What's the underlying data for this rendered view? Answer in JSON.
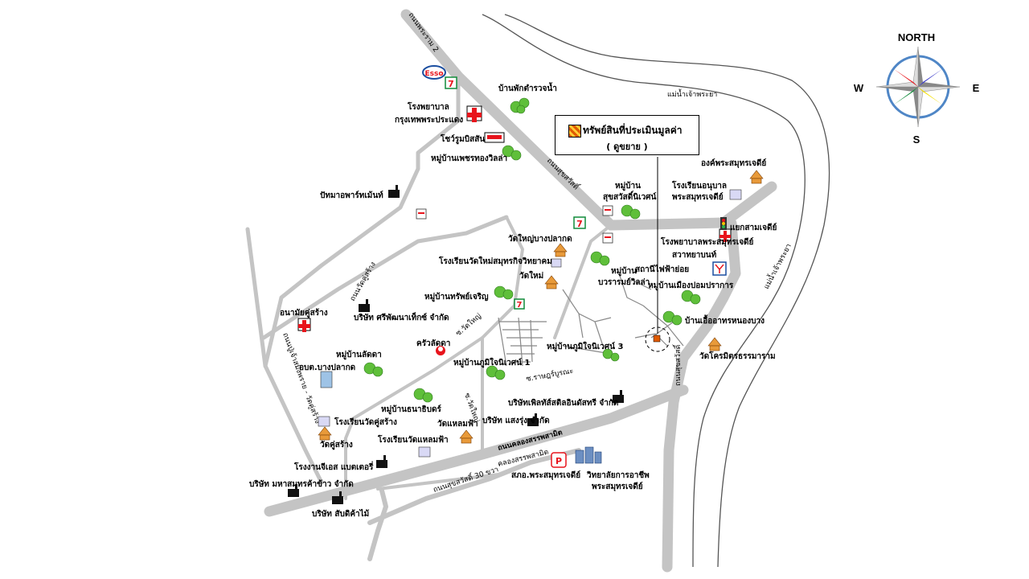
{
  "legend": {
    "title": "ทรัพย์สินที่ประเมินมูลค่า",
    "subtitle": "( ดูขยาย )"
  },
  "compass": {
    "north": "NORTH",
    "south": "S",
    "east": "E",
    "west": "W"
  },
  "rivers": {
    "chao_phraya_top": "แม่น้ำเจ้าพระยา",
    "chao_phraya_right": "แม่น้ำเจ้าพระยา"
  },
  "roads": {
    "rama2": "ถนนพระราม 2",
    "suksawat_diag": "ถนนสุขสวัสดิ์",
    "suksawat_vertical": "ถนนสุขสวัสดิ์",
    "wat_ku_sang": "ถนนวัดคู่สร้าง",
    "pu_chao_saming": "ถนนปู่เจ้าสมิงพราย - วัดคู่สร้าง",
    "khlong_sapphasamit": "ถนนคลองสรรพสามิต",
    "khlong_sapphasamit_small": "คลองสรรพสามิต",
    "suksawat_30": "ถนนสุขสวัสดิ์ 30 ขวา",
    "soi_wat_yai_1": "ซ.วัดใหญ่",
    "soi_wat_yai_2": "ซ.วัดใหญ่",
    "soi_small": "ซ.ราษฎร์บูรณะ"
  },
  "places": {
    "esso": "Esso",
    "seven_eleven": "7",
    "bangkok_hospital": "โรงพยาบาล\nกรุงเทพพระประแดง",
    "police_house": "บ้านพักตำรวจน้ำ",
    "tops": "โชว์รูมบิสสัน",
    "phet_thong": "หมู่บ้านเพชรทองวิลล่า",
    "tower_apt": "ปัทมาอพาร์ทเม้นท์",
    "suksawat_village_1": "หมู่บ้าน",
    "suksawat_village_2": "สุขสวัสดิ์นิเวศน์",
    "school_anuban_1": "โรงเรียนอนุบาล",
    "school_anuban_2": "พระสมุทรเจดีย์",
    "phra_samut_chedi": "องค์พระสมุทรเจดีย์",
    "intersection": "แยกสามเจดีย์",
    "hospital_psc": "โรงพยาบาลพระสมุทรเจดีย์",
    "sawat_yaban": "สวาทยาบนท์",
    "power_station": "สถานีไฟฟ้าย่อย",
    "mueang_village": "หมู่บ้านเมืองปอมปราการ",
    "wat_yai": "วัดใหญ่บางปลากด",
    "school_wat_mai": "โรงเรียนวัดใหม่สมุทรกิจวิทยาคม",
    "wat_mai": "วัดใหม่",
    "bowon_village_1": "หมู่บ้าน",
    "bowon_village_2": "บวรารมย์วิลล่า",
    "sap_charoen": "หมู่บ้านทรัพย์เจริญ",
    "health_center": "อนามัยคู่สร้าง",
    "company_sri": "บริษัท ศรีพัฒนาเท็กซ์ จำกัด",
    "ban_ua": "บ้านเอื้ออาทรหนองบาง",
    "wat_kho": "วัดโครมิตรธรรมาราม",
    "krua": "ครัวลัดดา",
    "phumjai_3": "หมู่บ้านภูมิใจนิเวศน์ 3",
    "phumjai_1": "หมู่บ้านภูมิใจนิเวศน์ 1",
    "village_latda": "หมู่บ้านลัดดา",
    "bangpla": "อบต.บางปลากด",
    "thana": "หมู่บ้านธนาธิบดร์",
    "company_western": "บริษัทเพิลทัส์สติลอินดัสทรี จำกัด",
    "school_ku_sang": "โรงเรียนวัดคู่สร้าง",
    "wat_ku_sang": "วัดคู่สร้าง",
    "wat_laem_fa": "วัดแหลมฟ้า",
    "company_saeng": "บริษัท แสงรุ่ง จำกัด",
    "school_laem_fa": "โรงเรียนวัดแหลมฟ้า",
    "factory_battery": "โรงงานจีเอส แบตเตอรี่",
    "company_maha": "บริษัท มหาสมุทรค้าข้าว จำกัด",
    "company_sapphasit": "บริษัท สับดิค้าไม้",
    "police_station": "สภอ.พระสมุทรเจดีย์",
    "college_1": "วิทยาลัยการอาชีพ",
    "college_2": "พระสมุทรเจดีย์"
  },
  "colors": {
    "road": "#c4c4c4",
    "river_line": "#555555",
    "hospital_red": "#e8141c",
    "seven_green": "#118b3a",
    "tree_green": "#5fbf3a",
    "legend_orange": "#e05a00"
  }
}
